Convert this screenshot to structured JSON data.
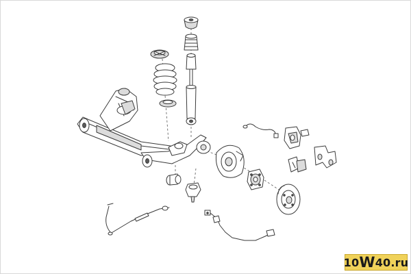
{
  "watermark": {
    "prefix": "10",
    "mark": "W",
    "suffix": "40.ru",
    "bg_color": "#f0d25a"
  }
}
